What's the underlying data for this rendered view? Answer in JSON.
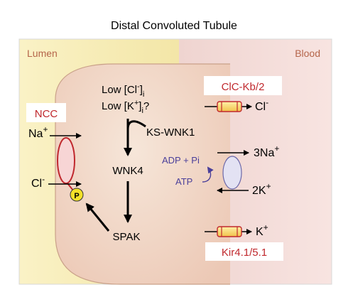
{
  "title": "Distal Convoluted Tubule",
  "regions": {
    "lumen": "Lumen",
    "blood": "Blood"
  },
  "transporters": {
    "ncc": "NCC",
    "clc": "ClC-Kb/2",
    "kir": "Kir4.1/5.1"
  },
  "ions": {
    "na": "Na",
    "na_charge": "+",
    "cl": "Cl",
    "cl_charge": "-",
    "cl_out": "Cl",
    "cl_out_charge": "-",
    "na3": "3Na",
    "na3_charge": "+",
    "k2": "2K",
    "k2_charge": "+",
    "k_out": "K",
    "k_out_charge": "+"
  },
  "signals": {
    "low_cl_prefix": "Low [Cl",
    "low_cl_charge": "-",
    "low_cl_suffix": "]",
    "low_cl_sub": "i",
    "low_k_prefix": "Low [K",
    "low_k_charge": "+",
    "low_k_suffix": "]",
    "low_k_sub": "i",
    "low_k_q": "?",
    "ks_wnk1": "KS-WNK1",
    "wnk4": "WNK4",
    "spak": "SPAK",
    "phospho": "P"
  },
  "pump": {
    "adp": "ADP + Pi",
    "atp": "ATP"
  },
  "colors": {
    "accent_red": "#c0282d",
    "pump_blue": "#4a3f9a",
    "lumen_bg": "#f6ebb4",
    "blood_bg": "#f2d4d0",
    "cell_bg": "#f1dacb"
  }
}
